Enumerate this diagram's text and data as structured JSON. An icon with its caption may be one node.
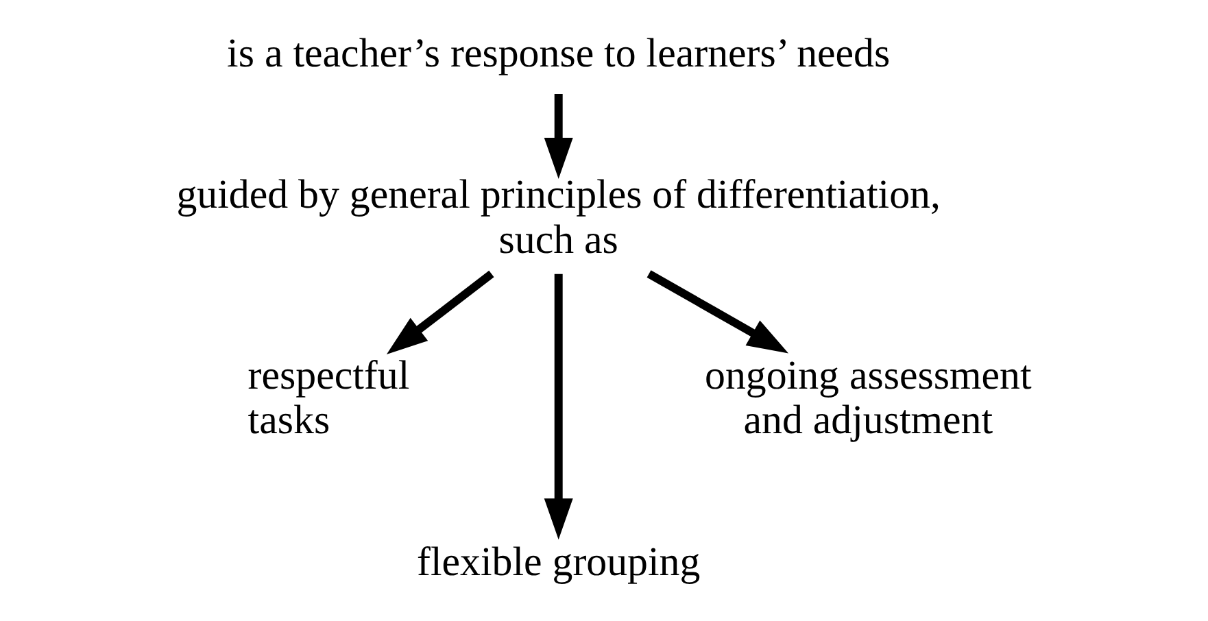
{
  "diagram": {
    "nodes": [
      {
        "text": [
          "is a teacher’s response to learners’ needs"
        ]
      },
      {
        "text": [
          "guided by general principles of differentiation, such as"
        ]
      },
      {
        "text": [
          "respectful tasks"
        ]
      },
      {
        "text": [
          "flexible grouping"
        ]
      },
      {
        "text": [
          "ongoing assessment and adjustment"
        ]
      }
    ],
    "edges": [
      {
        "from": 0,
        "to": 1,
        "arrow": "to"
      },
      {
        "from": 1,
        "to": 2,
        "arrow": "to"
      },
      {
        "from": 1,
        "to": 3,
        "arrow": "to"
      },
      {
        "from": 1,
        "to": 4,
        "arrow": "to"
      }
    ]
  }
}
